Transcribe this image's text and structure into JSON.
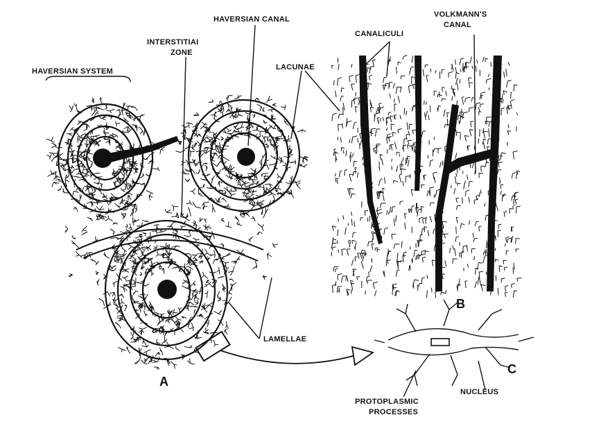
{
  "labels": {
    "haversian_canal": "HAVERSIAN CANAL",
    "volkmanns_canal_1": "VOLKMANN'S",
    "volkmanns_canal_2": "CANAL",
    "interstitial_zone_1": "INTERSTITIAI",
    "interstitial_zone_2": "ZONE",
    "canaliculi": "CANALICULI",
    "haversian_system": "HAVERSIAN SYSTEM",
    "lacunae": "LACUNAE",
    "lamellae": "LAMELLAE",
    "protoplasmic_1": "PROTOPLASMIC",
    "protoplasmic_2": "PROCESSES",
    "nucleus": "NUCLEUS",
    "panel_a": "A",
    "panel_b": "B",
    "panel_c": "C"
  },
  "colors": {
    "ink": "#111111",
    "background": "#ffffff"
  }
}
